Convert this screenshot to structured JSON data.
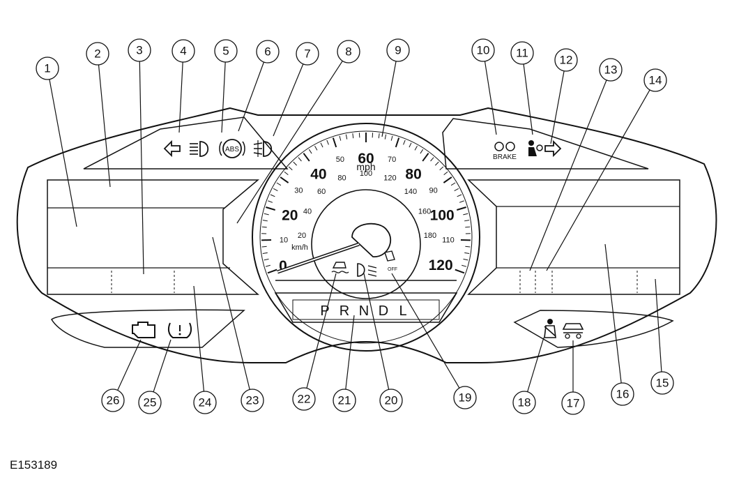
{
  "figure_id": "E153189",
  "speedometer": {
    "unit": "mph",
    "unit_secondary": "km/h",
    "mph_major": [
      "20",
      "40",
      "60",
      "80",
      "100",
      "120"
    ],
    "mph_minor": [
      "10",
      "30",
      "50",
      "70",
      "90",
      "110"
    ],
    "kmh_ticks": [
      "20",
      "40",
      "60",
      "80",
      "100",
      "120",
      "140",
      "160",
      "180"
    ],
    "zero": "0"
  },
  "gear_selector": [
    "P",
    "R",
    "N",
    "D",
    "L"
  ],
  "warning_icons": {
    "left_turn": "left-arrow-icon",
    "headlamp": "high-beam-icon",
    "abs": "ABS",
    "fog": "front-fog-icon",
    "brake": "BRAKE",
    "airbag": "airbag-icon",
    "right_turn": "right-arrow-icon",
    "engine": "check-engine-icon",
    "tpms": "tire-pressure-icon",
    "seatbelt": "seatbelt-icon",
    "passenger_airbag": "passenger-airbag-icon",
    "traction_off": "OFF"
  },
  "callouts": [
    "1",
    "2",
    "3",
    "4",
    "5",
    "6",
    "7",
    "8",
    "9",
    "10",
    "11",
    "12",
    "13",
    "14",
    "15",
    "16",
    "17",
    "18",
    "19",
    "20",
    "21",
    "22",
    "23",
    "24",
    "25",
    "26"
  ]
}
